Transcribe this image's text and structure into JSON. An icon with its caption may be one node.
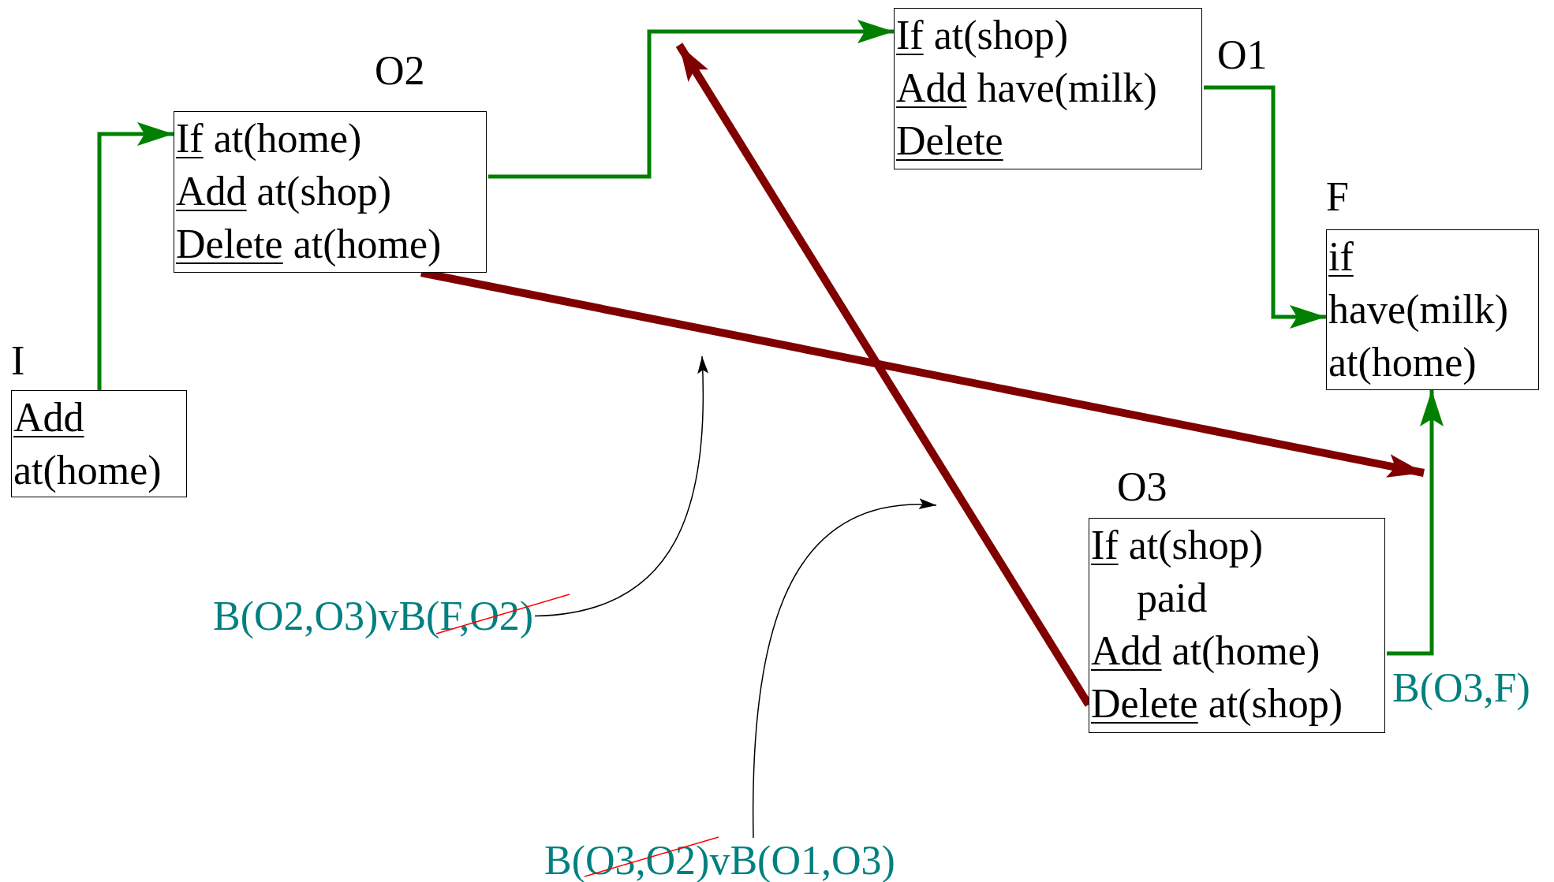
{
  "diagram": {
    "nodes": [
      {
        "text": [
          "I",
          "Add",
          "at(home)"
        ]
      },
      {
        "text": [
          "O2",
          "If at(home)",
          "Add at(shop)",
          "Delete at(home)"
        ]
      },
      {
        "text": [
          "O1",
          "If at(shop)",
          "Add have(milk)",
          "Delete"
        ]
      },
      {
        "text": [
          "F",
          "if",
          "have(milk)",
          "at(home)"
        ]
      },
      {
        "text": [
          "O3",
          "If at(shop)",
          "paid",
          "Add at(home)",
          "Delete at(shop)"
        ]
      },
      {
        "text": [
          "B(O2,O3)vB(F,O2)"
        ]
      },
      {
        "text": [
          "B(O3,O2)vB(O1,O3)"
        ]
      }
    ],
    "edges": [
      {
        "from": 0,
        "to": 1,
        "arrow": "to"
      },
      {
        "from": 1,
        "to": 2,
        "arrow": "to"
      },
      {
        "from": 2,
        "to": 3,
        "arrow": "to"
      },
      {
        "from": 4,
        "to": 3,
        "arrow": "to",
        "label": "B(O3,F)"
      },
      {
        "from": 1,
        "to": null,
        "arrow": "to",
        "style": "thick",
        "color": "#800000"
      },
      {
        "from": 4,
        "to": null,
        "arrow": "to",
        "style": "thick",
        "color": "#800000"
      },
      {
        "from": 5,
        "to": null,
        "arrow": "to",
        "color": "#000000"
      },
      {
        "from": 6,
        "to": null,
        "arrow": "to",
        "color": "#000000"
      }
    ]
  }
}
